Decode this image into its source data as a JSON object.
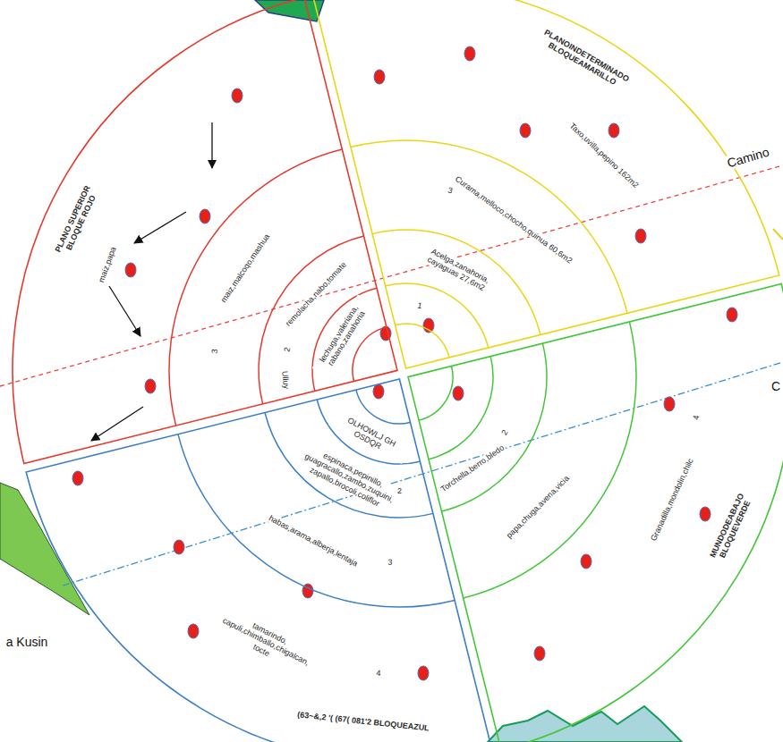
{
  "diagram": {
    "nodes": [
      {
        "text": [
          "PLANO SUPERIOR BLOQUE ROJO",
          "maiz,papa",
          "3",
          "maiz,malcoqo,mashua",
          "2",
          "remolacha,nabo,tomate",
          "Ulluy",
          "lechuga,valeriana, rabano,zanahoria"
        ]
      },
      {
        "text": [
          "PLANOINDETERMINADO BLOQUEAMARILLO",
          "Taxo,uvilla,pepino 162m2",
          "Curama,melloco,chocho,quinua 60,6m2",
          "3",
          "Acelga,zanahoria, cayaguas 27,6m2",
          "1"
        ]
      },
      {
        "text": [
          "(63~&,2 '( (67( 081'2 BLOQUEAZUL",
          "OLHOWLJ GH OSDQR",
          "espinaca,pepinillo, guagracallo,zambo,zuquini, zapallo,brocoli,coliflor",
          "2",
          "habas,arama,alberja,lentaja",
          "3",
          "tamarindo, capuli,chimballo,chigalcan, tocte",
          "4"
        ]
      },
      {
        "text": [
          "MUNDODEABAJO BLOQUEVERDE",
          "Torchella,berro,bledo",
          "2",
          "papa,chuga,avena,vicia",
          "Granadilla,mondolin,chilc",
          "4"
        ]
      }
    ],
    "labels": [
      "Camino",
      "C",
      "a Kusin"
    ]
  }
}
